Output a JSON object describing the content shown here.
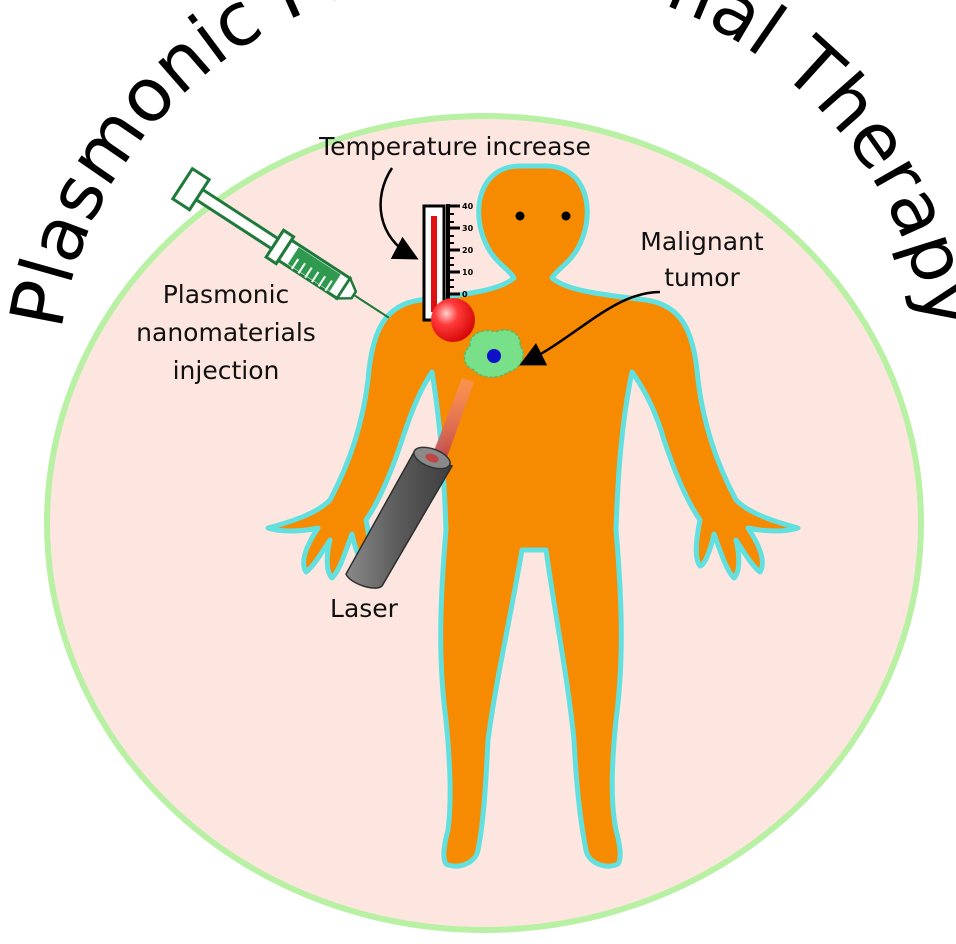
{
  "title": "Plasmonic Photothermal Therapy",
  "labels": {
    "temperature": "Temperature increase",
    "tumor_line1": "Malignant",
    "tumor_line2": "tumor",
    "injection_line1": "Plasmonic",
    "injection_line2": "nanomaterials",
    "injection_line3": "injection",
    "laser": "Laser"
  },
  "thermometer_scale": [
    "40",
    "30",
    "20",
    "10",
    "0"
  ],
  "colors": {
    "background_circle": "#fde6df",
    "circle_border": "#b8f0a4",
    "body": "#f68a00",
    "body_outline": "#62e0df",
    "thermometer_bulb": "#ff2a2a",
    "mercury": "#e01010",
    "syringe": "#1e7a3a",
    "tumor": "#79e08a",
    "tumor_core": "#1010c8",
    "laser_device": "#555555",
    "laser_beam": "#c85050"
  }
}
